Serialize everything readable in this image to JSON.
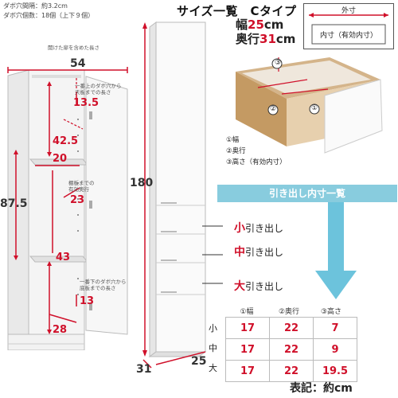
{
  "top_notes": {
    "line1": "ダボ穴間隔：約3.2cm",
    "line2": "ダボ穴個数：18個（上下９個）"
  },
  "callouts": {
    "door_open": "開けた扉を含めた長さ",
    "top_dowel_1": "一番上のダボ穴から",
    "top_dowel_2": "天板までの長さ",
    "drawer_1": "棚板までの",
    "drawer_2": "有効奥行",
    "bottom_dowel_1": "一番下のダボ穴から",
    "bottom_dowel_2": "底板までの長さ"
  },
  "dimensions": {
    "d54": "54",
    "d13_5": "13.5",
    "d42_5": "42.5",
    "d20": "20",
    "d87_5": "87.5",
    "d23": "23",
    "d43": "43",
    "d13": "13",
    "d28": "28",
    "d180": "180",
    "d31": "31",
    "d25": "25"
  },
  "header": {
    "title": "サイズ一覧　Cタイプ",
    "width_label": "幅",
    "width_value": "25",
    "width_unit": "cm",
    "depth_label": "奥行",
    "depth_value": "31",
    "depth_unit": "cm"
  },
  "key_box": {
    "outer": "外寸",
    "inner": "内寸（有効内寸）"
  },
  "drawer_diagram": {
    "m1": "①",
    "m2": "②",
    "m3": "③",
    "legend1": "①幅",
    "legend2": "②奥行",
    "legend3": "③高さ（有効内寸）"
  },
  "banner": "引き出し内寸一覧",
  "drawer_labels": {
    "small_char": "小",
    "medium_char": "中",
    "large_char": "大",
    "suffix": "引き出し"
  },
  "table": {
    "headers": [
      "①幅",
      "②奥行",
      "③高さ"
    ],
    "rows": [
      {
        "label": "小",
        "values": [
          "17",
          "22",
          "7"
        ]
      },
      {
        "label": "中",
        "values": [
          "17",
          "22",
          "9"
        ]
      },
      {
        "label": "大",
        "values": [
          "17",
          "22",
          "19.5"
        ]
      }
    ]
  },
  "notation": "表記：約cm",
  "colors": {
    "accent_red": "#d0102a",
    "banner_blue": "#88ccde",
    "arrow_blue": "#6cc3dc"
  }
}
